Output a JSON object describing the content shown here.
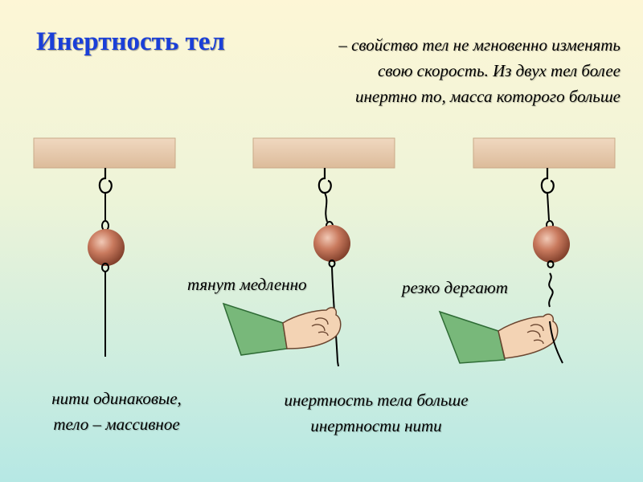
{
  "title": "Инертность тел",
  "definition_lines": [
    "– свойство тел не мгновенно изменять",
    "свою скорость. Из двух тел более",
    "инертно то, масса которого больше"
  ],
  "labels": {
    "slow_pull": "тянут медленно",
    "sharp_jerk": "резко дергают"
  },
  "captions": {
    "left_lines": [
      "нити одинаковые,",
      "тело – массивное"
    ],
    "bottom_lines": [
      "инертность тела больше",
      "инертности нити"
    ]
  },
  "colors": {
    "title": "#1a3fd8",
    "beam": "#e8cdb0",
    "ball": "#c97a5e",
    "sleeve": "#78b87a",
    "hand": "#f3d3b4"
  }
}
